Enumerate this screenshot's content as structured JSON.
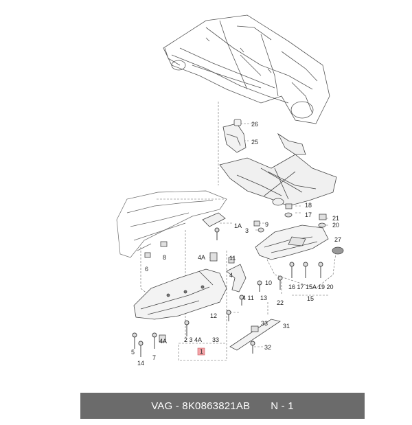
{
  "callouts": {
    "c26": "26",
    "c25": "25",
    "c18": "18",
    "c17": "17",
    "c21": "21",
    "c20": "20",
    "c27": "27",
    "c1A": "1A",
    "c9": "9",
    "c3": "3",
    "c8": "8",
    "c6": "6",
    "c4A_top": "4A",
    "c11_top": "11",
    "c4": "4",
    "c4_11": "4 11",
    "c13": "13",
    "c10": "10",
    "c16_row": "16 17 15A 19 20",
    "c15": "15",
    "c22": "22",
    "c12": "12",
    "c33_right": "33",
    "c31": "31",
    "c5": "5",
    "c4A_left": "4A",
    "c14": "14",
    "c7": "7",
    "c_bottom_row": "2 3 4A",
    "c33_bottom": "33",
    "c1": "1",
    "c32": "32"
  },
  "footer": {
    "part_number": "VAG - 8K0863821AB",
    "quantity": "N - 1"
  }
}
